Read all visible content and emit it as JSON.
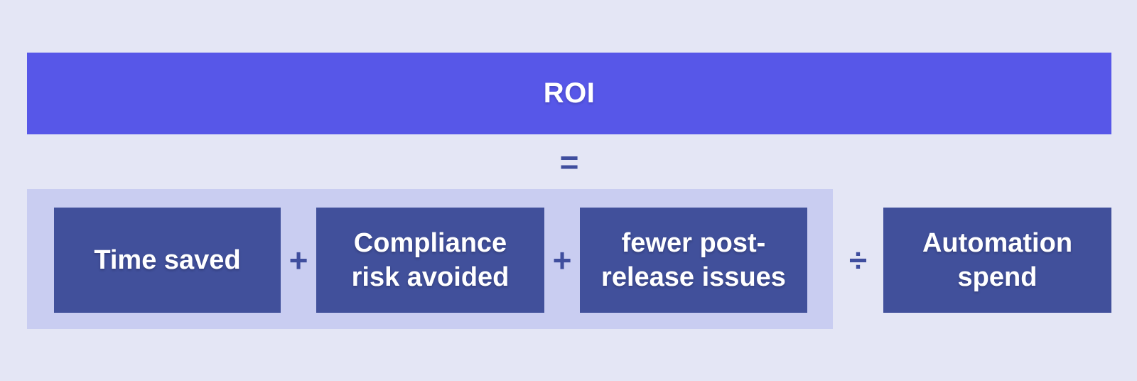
{
  "title": "ROI",
  "operators": {
    "equals": "=",
    "plus": "+",
    "divide": "÷"
  },
  "numerator_terms": [
    {
      "lines": [
        "Time saved"
      ]
    },
    {
      "lines": [
        "Compliance",
        "risk avoided"
      ]
    },
    {
      "lines": [
        "fewer post-",
        "release issues"
      ]
    }
  ],
  "denominator": {
    "lines": [
      "Automation",
      "spend"
    ]
  },
  "colors": {
    "background": "#e4e6f5",
    "header": "#5757e8",
    "container": "#c9cdf1",
    "box": "#41509b",
    "operator": "#3f4e9e",
    "text": "#ffffff"
  }
}
